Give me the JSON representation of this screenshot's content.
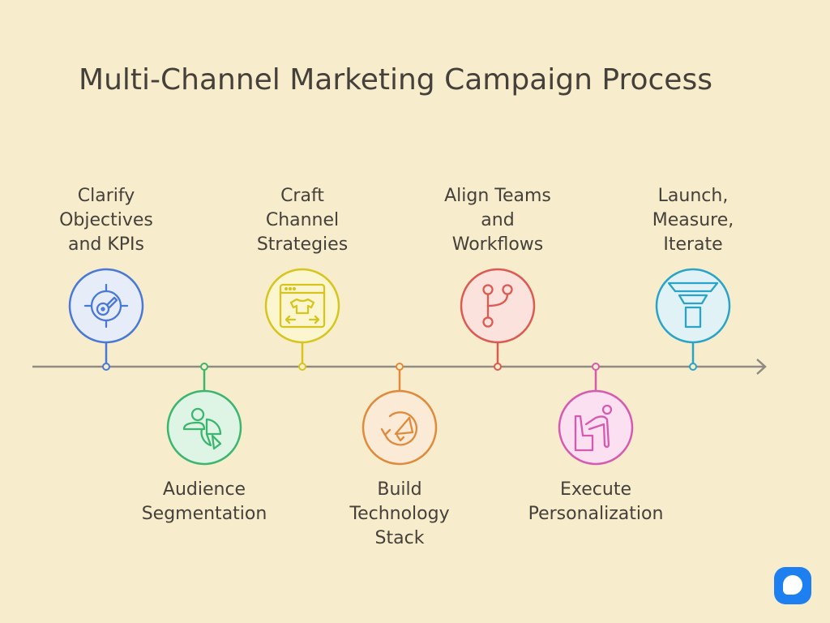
{
  "title": "Multi-Channel Marketing Campaign Process",
  "axis_color": "#8f8a82",
  "steps": [
    {
      "label": [
        "Clarify",
        "Objectives",
        "and KPIs"
      ],
      "position": "top",
      "color": "#4a78d6",
      "fill": "#e6edf9",
      "icon": "target-key-icon"
    },
    {
      "label": [
        "Audience",
        "Segmentation"
      ],
      "position": "bottom",
      "color": "#3cb56e",
      "fill": "#def5e6",
      "icon": "user-pie-icon"
    },
    {
      "label": [
        "Craft",
        "Channel",
        "Strategies"
      ],
      "position": "top",
      "color": "#d6c51e",
      "fill": "#fbf6cf",
      "icon": "browser-shirt-icon"
    },
    {
      "label": [
        "Build",
        "Technology",
        "Stack"
      ],
      "position": "bottom",
      "color": "#e08a3c",
      "fill": "#fbead6",
      "icon": "megaphone-cycle-icon"
    },
    {
      "label": [
        "Align Teams",
        "and",
        "Workflows"
      ],
      "position": "top",
      "color": "#dd5a52",
      "fill": "#fbe2dd",
      "icon": "git-branch-icon"
    },
    {
      "label": [
        "Execute",
        "Personalization"
      ],
      "position": "bottom",
      "color": "#d65ab0",
      "fill": "#fae0f1",
      "icon": "person-seat-icon"
    },
    {
      "label": [
        "Launch,",
        "Measure,",
        "Iterate"
      ],
      "position": "top",
      "color": "#2aa3c9",
      "fill": "#e1f2f7",
      "icon": "funnel-icon"
    }
  ]
}
